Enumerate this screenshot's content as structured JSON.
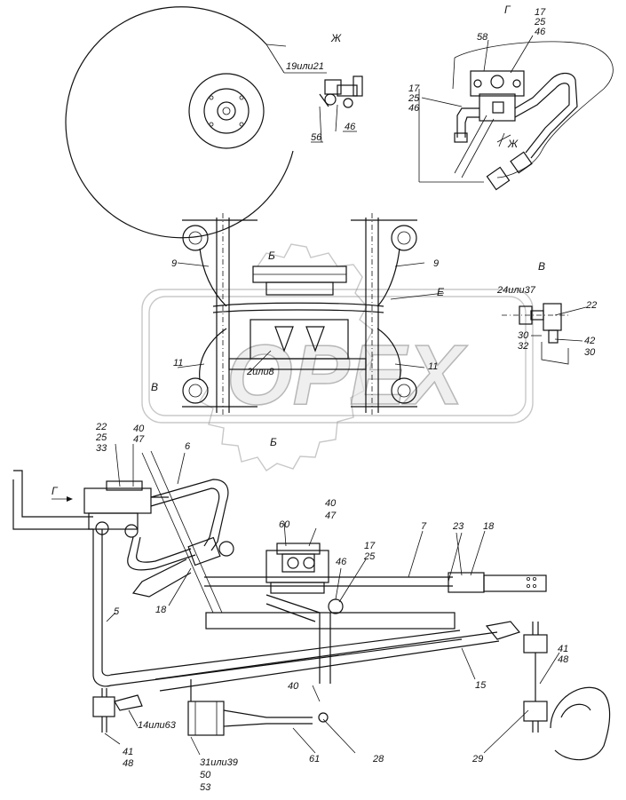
{
  "views": {
    "zh": "Ж",
    "g": "Г",
    "v": "В",
    "b": "Б",
    "e": "Е"
  },
  "labels": {
    "l19or21": "19или21",
    "l46a": "46",
    "l56": "56",
    "g_17": "17",
    "g_25": "25",
    "g_46": "46",
    "g_58": "58",
    "g2_17": "17",
    "g2_25": "25",
    "g2_46": "46",
    "v_24or37": "24или37",
    "v_22": "22",
    "v_30a": "30",
    "v_32": "32",
    "v_42": "42",
    "v_30b": "30",
    "l9a": "9",
    "l9b": "9",
    "l11a": "11",
    "l11b": "11",
    "l2or8": "2или8",
    "b_22": "22",
    "b_25": "25",
    "b_33": "33",
    "b_40a": "40",
    "b_47a": "47",
    "l6": "6",
    "l60": "60",
    "l40b": "40",
    "l47b": "47",
    "l17c": "17",
    "l25c": "25",
    "l46c": "46",
    "l7": "7",
    "l23": "23",
    "l18a": "18",
    "l18b": "18",
    "l5": "5",
    "l15": "15",
    "l41a": "41",
    "l48a": "48",
    "l40c": "40",
    "l14or63": "14или63",
    "l41b": "41",
    "l48b": "48",
    "l31or39": "31или39",
    "l50": "50",
    "l53": "53",
    "l61": "61",
    "l28": "28",
    "l29": "29"
  },
  "watermark": {
    "text": "OPEX"
  }
}
